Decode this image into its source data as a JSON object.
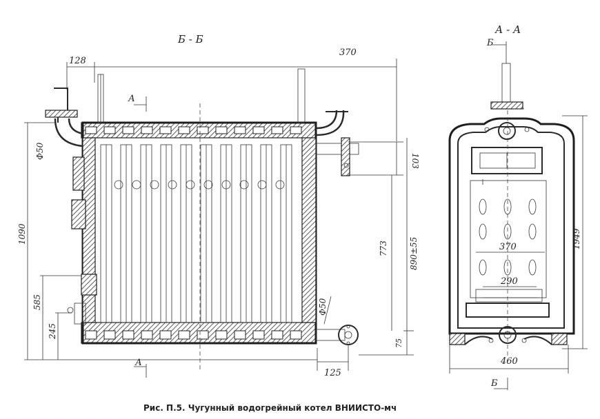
{
  "section_labels": {
    "left_view": "Б - Б",
    "right_view": "А - А",
    "arrow_a_top": "А",
    "arrow_a_bottom": "А",
    "arrow_b_top": "Б",
    "arrow_b_bottom": "Б"
  },
  "dimensions": {
    "d128": "128",
    "d370_top": "370",
    "d103": "103",
    "d773": "773",
    "d890": "890±55",
    "d1090": "1090",
    "d585": "585",
    "d245": "245",
    "d125": "125",
    "d75": "75",
    "phi50_left": "Ф50",
    "phi50_right": "Ф50",
    "d1949": "1949",
    "d370_inner": "370",
    "d290": "290",
    "d460": "460"
  },
  "caption": "Рис. П.5. Чугунный водогрейный котел ВНИИСТО-мч"
}
